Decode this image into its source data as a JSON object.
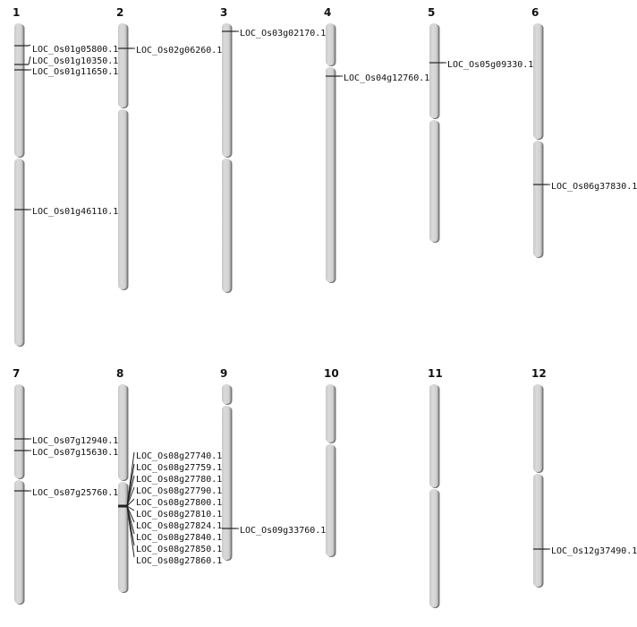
{
  "title": "Chromosome location map",
  "chromosomes": [
    {
      "name": "1",
      "genes": [
        "LOC_Os01g05800.1",
        "LOC_Os01g10350.1",
        "LOC_Os01g11650.1",
        "LOC_Os01g46110.1"
      ]
    },
    {
      "name": "2",
      "genes": [
        "LOC_Os02g06260.1"
      ]
    },
    {
      "name": "3",
      "genes": [
        "LOC_Os03g02170.1"
      ]
    },
    {
      "name": "4",
      "genes": [
        "LOC_Os04g12760.1"
      ]
    },
    {
      "name": "5",
      "genes": [
        "LOC_Os05g09330.1"
      ]
    },
    {
      "name": "6",
      "genes": [
        "LOC_Os06g37830.1"
      ]
    },
    {
      "name": "7",
      "genes": [
        "LOC_Os07g12940.1",
        "LOC_Os07g15630.1",
        "LOC_Os07g25760.1"
      ]
    },
    {
      "name": "8",
      "genes": [
        "LOC_Os08g27740.1",
        "LOC_Os08g27759.1",
        "LOC_Os08g27780.1",
        "LOC_Os08g27790.1",
        "LOC_Os08g27800.1",
        "LOC_Os08g27810.1",
        "LOC_Os08g27824.1",
        "LOC_Os08g27840.1",
        "LOC_Os08g27850.1",
        "LOC_Os08g27860.1"
      ]
    },
    {
      "name": "9",
      "genes": [
        "LOC_Os09g33760.1"
      ]
    },
    {
      "name": "10",
      "genes": []
    },
    {
      "name": "11",
      "genes": []
    },
    {
      "name": "12",
      "genes": [
        "LOC_Os12g37490.1"
      ]
    }
  ],
  "colors": {
    "chromosome": "#d4d4d4",
    "shadow": "#7a7a7a",
    "marker": "#222222"
  }
}
